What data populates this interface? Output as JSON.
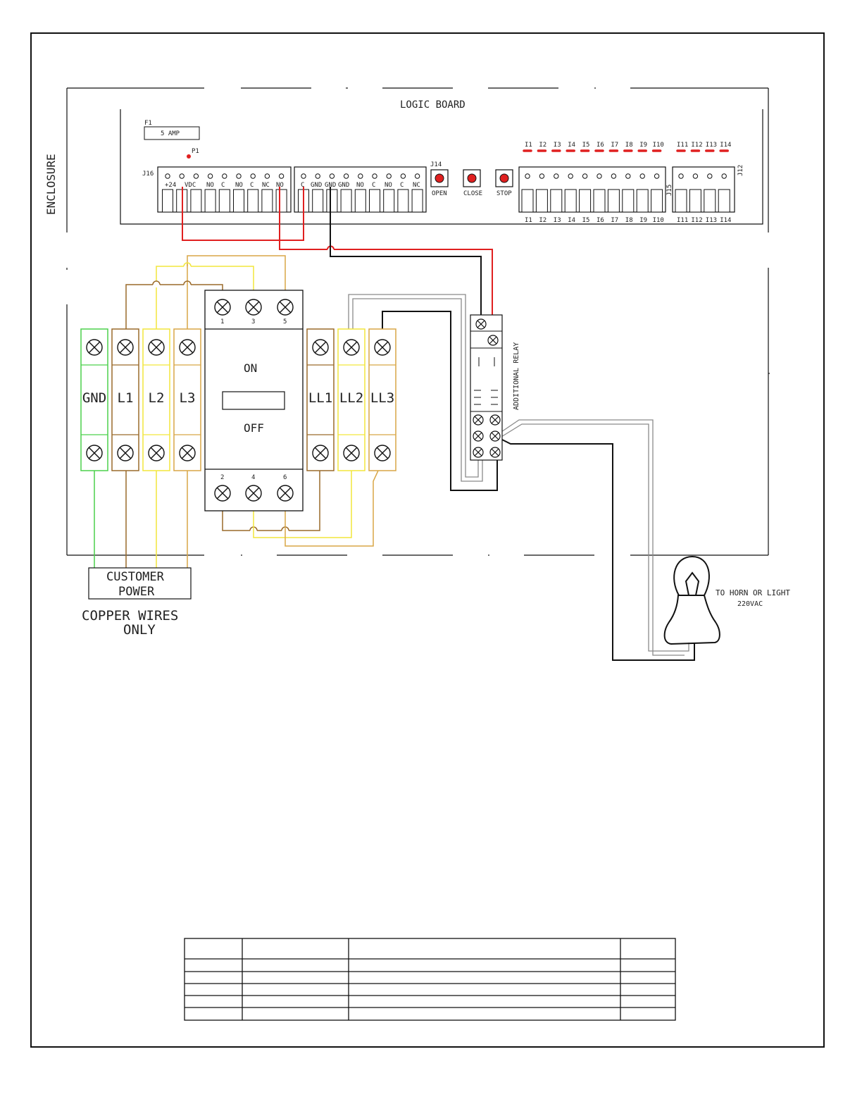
{
  "colors": {
    "frame": "#111111",
    "red": "#e02020",
    "black": "#111111",
    "brown": "#9a6a2a",
    "yellow": "#f2e63c",
    "green": "#4cd04c",
    "orange": "#d8a646",
    "grey": "#8a8a8a"
  },
  "labels": {
    "enclosure": "ENCLOSURE",
    "logic_board": "LOGIC BOARD",
    "fuse_ref": "F1",
    "fuse_value": "5 AMP",
    "p1": "P1",
    "j16": "J16",
    "j14": "J14",
    "j15": "J15",
    "j12": "J12",
    "customer_power_1": "CUSTOMER",
    "customer_power_2": "POWER",
    "copper_1": "COPPER WIRES",
    "copper_2": "ONLY",
    "relay": "ADDITIONAL RELAY",
    "horn_1": "TO HORN OR LIGHT",
    "horn_2": "220VAC",
    "on": "ON",
    "off": "OFF"
  },
  "j16_pins": [
    "+24",
    "VDC",
    "NO",
    "C",
    "NO",
    "C",
    "NC",
    "NO"
  ],
  "j14_pins": [
    "C",
    "GND",
    "GND",
    "GND",
    "NO",
    "C",
    "NO",
    "C",
    "NC"
  ],
  "buttons": [
    "OPEN",
    "CLOSE",
    "STOP"
  ],
  "inputs_a": [
    "I1",
    "I2",
    "I3",
    "I4",
    "I5",
    "I6",
    "I7",
    "I8",
    "I9",
    "I10"
  ],
  "inputs_b": [
    "I11",
    "I12",
    "I13",
    "I14"
  ],
  "terminals_left": [
    "GND",
    "L1",
    "L2",
    "L3"
  ],
  "terminals_right": [
    "LL1",
    "LL2",
    "LL3"
  ],
  "breaker_top": [
    "1",
    "3",
    "5"
  ],
  "breaker_bottom": [
    "2",
    "4",
    "6"
  ]
}
